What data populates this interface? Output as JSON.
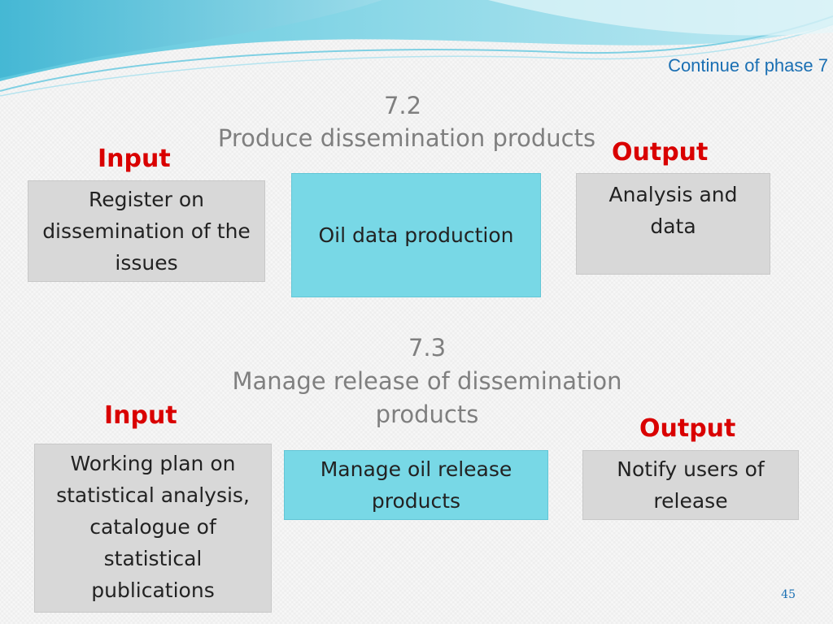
{
  "header": {
    "phase_note": "Continue of phase 7"
  },
  "section_72": {
    "number": "7.2",
    "title": "Produce dissemination products",
    "input_label": "Input",
    "output_label": "Output",
    "input_text": "Register on dissemination of the issues",
    "process_text": "Oil data production",
    "output_text": "Analysis and data"
  },
  "section_73": {
    "number": "7.3",
    "title_line1": "Manage release of dissemination",
    "title_line2": "products",
    "input_label": "Input",
    "output_label": "Output",
    "input_text": "Working plan on statistical analysis, catalogue of statistical publications",
    "process_text": "Manage oil release products",
    "output_text": "Notify users of release"
  },
  "footer": {
    "page_number": "45"
  },
  "colors": {
    "label": "#d90000",
    "title": "#7f7f7f",
    "process_box": "#78d8e6",
    "io_box": "#d8d8d8",
    "accent": "#1a6fb3"
  }
}
